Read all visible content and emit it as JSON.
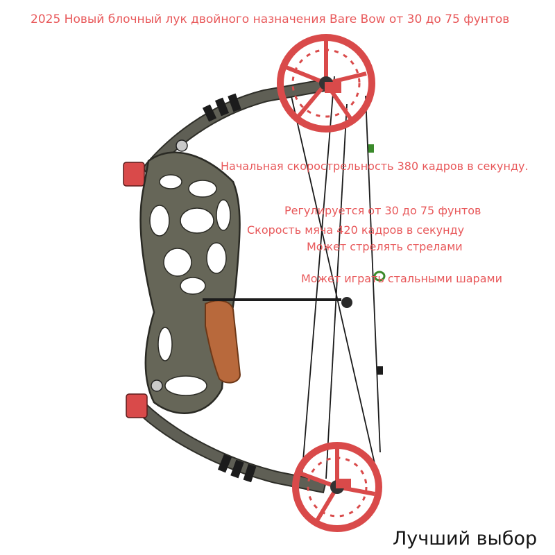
{
  "title": "2025 Новый блочный лук двойного назначения Bare Bow от 30 до 75 фунтов",
  "features": [
    "Начальная скорострельность 380 кадров в секунду.",
    "Регулируется от 30 до 75 фунтов",
    "Скорость мяча 420 кадров в секунду",
    "Может стрелять стрелами",
    "Может играть стальными шарами"
  ],
  "badge": "Лучший выбор",
  "colors": {
    "text_accent": "#e8585a",
    "cam_red": "#d94a4a",
    "grip_wood": "#b8693c",
    "riser_camo": "#5f5f55",
    "badge_text": "#151515"
  }
}
